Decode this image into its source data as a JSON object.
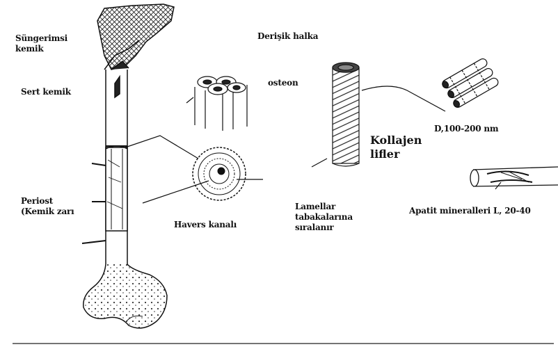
{
  "labels": {
    "sungerimsi": "Süngerimsi kemik",
    "sert": "Sert kemik",
    "periost": "Periost (Kemik zarı",
    "derisik": "Derişik halka",
    "osteon": "osteon",
    "havers": "Havers kanalı",
    "lamellar": "Lamellar tabakalarına sıralanır",
    "d_size": "D,100-200 nm",
    "kollajen": "Kollajen lifler",
    "apatit": "Apatit mineralleri L, 20-40"
  }
}
